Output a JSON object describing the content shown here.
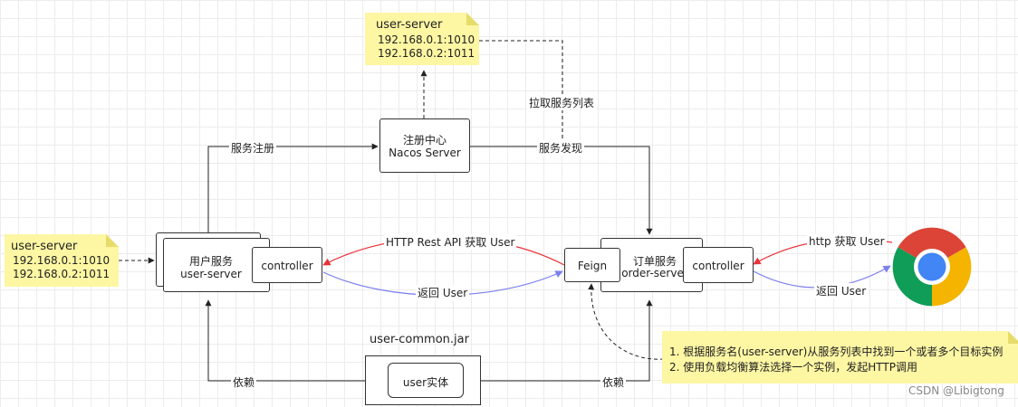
{
  "notes": {
    "top": {
      "title": "user-server",
      "lines": [
        "192.168.0.1:1010",
        "192.168.0.2:1011"
      ]
    },
    "left": {
      "title": "user-server",
      "lines": [
        "192.168.0.1:1010",
        "192.168.0.2:1011"
      ]
    },
    "bottom_right": {
      "lines": [
        "1. 根据服务名(user-server)从服务列表中找到一个或者多个目标实例",
        "2. 使用负载均衡算法选择一个实例，发起HTTP调用"
      ]
    }
  },
  "nodes": {
    "registry": {
      "line1": "注册中心",
      "line2": "Nacos Server"
    },
    "user_service": {
      "line1": "用户服务",
      "line2": "user-server"
    },
    "user_controller": "controller",
    "order_service": {
      "line1": "订单服务",
      "line2": "order-server"
    },
    "order_controller": "controller",
    "feign": "Feign",
    "common_jar": "user-common.jar",
    "user_entity": "user实体"
  },
  "edges": {
    "register": "服务注册",
    "discover": "服务发现",
    "pull_list": "拉取服务列表",
    "http_rest": "HTTP Rest API 获取 User",
    "return_user": "返回 User",
    "http_get_user": "http 获取 User",
    "return_user_browser": "返回 User",
    "depend_left": "依赖",
    "depend_right": "依赖"
  },
  "colors": {
    "note_fill": "#fdf6a3",
    "red_arrow": "#e8333a",
    "blue_arrow": "#7b7ff0"
  },
  "icons": {
    "browser": "chrome-icon"
  },
  "watermark": "CSDN @Libigtong"
}
